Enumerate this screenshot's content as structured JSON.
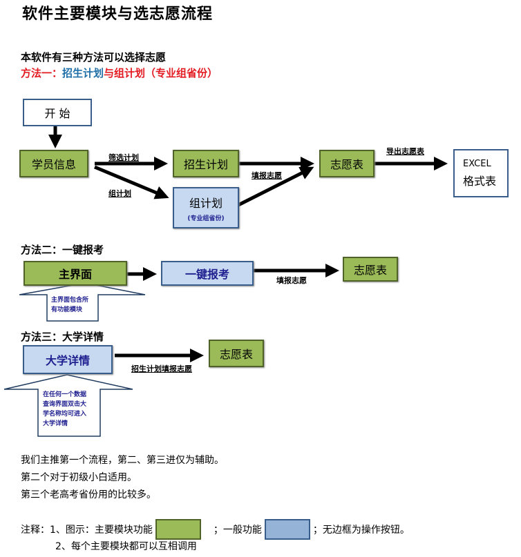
{
  "title": "软件主要模块与选志愿流程",
  "intro": "本软件有三种方法可以选择志愿",
  "method1": {
    "heading_prefix": "方法一：",
    "heading_blue": "招生计划",
    "heading_suffix": "与组计划（专业组省份）",
    "nodes": {
      "start": "开 始",
      "student_info": "学员信息",
      "enroll_plan": "招生计划",
      "group_plan": "组计划",
      "group_plan_sub": "(专业组省份)",
      "volunteer_table": "志愿表",
      "excel_line1": "EXCEL",
      "excel_line2": "格式表"
    },
    "edges": {
      "filter_plan": "筛选计划",
      "group_plan": "组计划",
      "fill_volunteer": "填报志愿",
      "export_table": "导出志愿表"
    }
  },
  "method2": {
    "heading": "方法二：一键报考",
    "nodes": {
      "main_ui": "主界面",
      "one_click": "一键报考",
      "volunteer_table": "志愿表"
    },
    "edge_label": "填报志愿",
    "callout": [
      "主界面包含所",
      "有功能模块"
    ]
  },
  "method3": {
    "heading": "方法三：大学详情",
    "nodes": {
      "univ_detail": "大学详情",
      "volunteer_table": "志愿表"
    },
    "edge_label": "招生计划填报志愿",
    "callout": [
      "在任何一个数据",
      "查询界面双击大",
      "学名称均可进入",
      "大学详情"
    ]
  },
  "summary": [
    "我们主推第一个流程，第二、第三进仅为辅助。",
    "第二个对于初级小白适用。",
    "第三个老高考省份用的比较多。"
  ],
  "legend": {
    "prefix": "注释：1、图示：主要模块功能",
    "middle": "；一般功能",
    "suffix": "；无边框为操作按钮。",
    "line2": "2、每个主要模块都可以互相调用",
    "main_color": "#9bbb59",
    "general_color": "#95b3d7"
  },
  "colors": {
    "red": "#e31b23",
    "blue_text": "#1f6fa8",
    "green": "#9bbb59",
    "light_blue": "#c6d9f1"
  }
}
